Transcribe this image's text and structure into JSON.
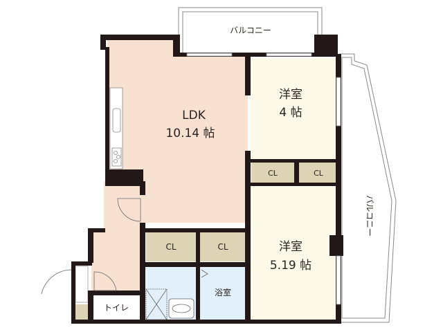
{
  "floorplan": {
    "rooms": {
      "balcony_top": {
        "label": "バルコニー"
      },
      "balcony_right": {
        "label": "バルコニー"
      },
      "ldk": {
        "name": "LDK",
        "size": "10.14 帖"
      },
      "western_room_1": {
        "name": "洋室",
        "size": "4 帖"
      },
      "western_room_2": {
        "name": "洋室",
        "size": "5.19 帖"
      },
      "closet_1": {
        "label": "CL"
      },
      "closet_2": {
        "label": "CL"
      },
      "closet_3": {
        "label": "CL"
      },
      "closet_4": {
        "label": "CL"
      },
      "bathroom": {
        "label": "浴室"
      },
      "toilet": {
        "label": "トイレ"
      }
    },
    "colors": {
      "wall": "#221818",
      "ldk": "#f9e1d2",
      "western": "#fdf9e9",
      "closet": "#ddd4b5",
      "wet_area": "#e1f0fa",
      "entrance": "#ddd4b5"
    }
  }
}
